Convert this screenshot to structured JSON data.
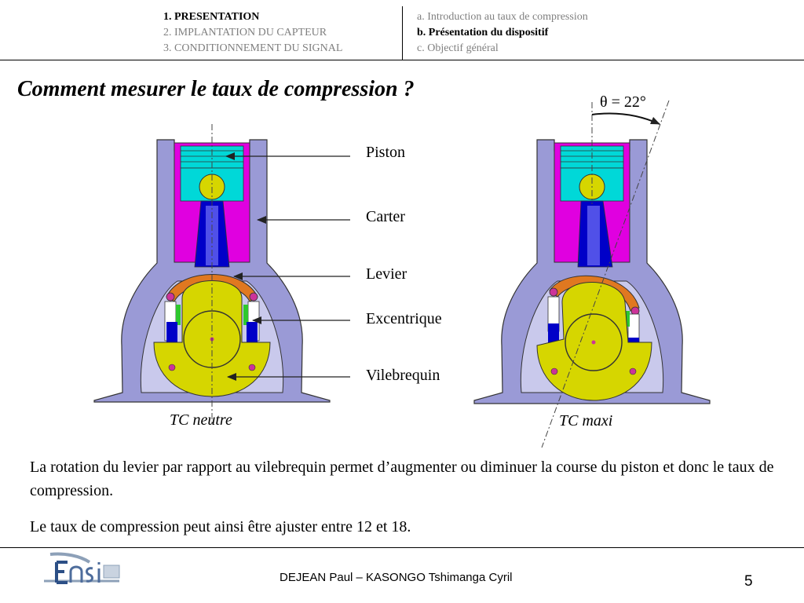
{
  "header": {
    "sections": [
      {
        "label": "1. PRESENTATION",
        "active": true
      },
      {
        "label": "2. IMPLANTATION DU CAPTEUR",
        "active": false
      },
      {
        "label": "3. CONDITIONNEMENT DU SIGNAL",
        "active": false
      }
    ],
    "subsections": [
      {
        "label": "a. Introduction au taux de compression",
        "active": false
      },
      {
        "label": "b. Présentation du dispositif",
        "active": true
      },
      {
        "label": "c. Objectif général",
        "active": false
      }
    ]
  },
  "slide": {
    "title": "Comment mesurer le taux de compression ?",
    "angle_label": "θ = 22°",
    "part_labels": {
      "piston": "Piston",
      "carter": "Carter",
      "levier": "Levier",
      "excentrique": "Excentrique",
      "vilebrequin": "Vilebrequin"
    },
    "captions": {
      "left": "TC neutre",
      "right": "TC maxi"
    },
    "paragraphs": [
      "La rotation du levier par rapport au vilebrequin permet d’augmenter ou diminuer la course du piston et donc le taux de compression.",
      "Le taux de compression peut ainsi être ajuster entre 12 et 18."
    ]
  },
  "footer": {
    "authors": "DEJEAN Paul – KASONGO Tshimanga Cyril",
    "page_number": "5"
  },
  "colors": {
    "carter": "#9a9ad6",
    "piston": "#e000e0",
    "cyan": "#00d8d8",
    "yellow": "#d6d600",
    "orange": "#e07820",
    "blue": "#0000c8",
    "green": "#2ec82e"
  }
}
